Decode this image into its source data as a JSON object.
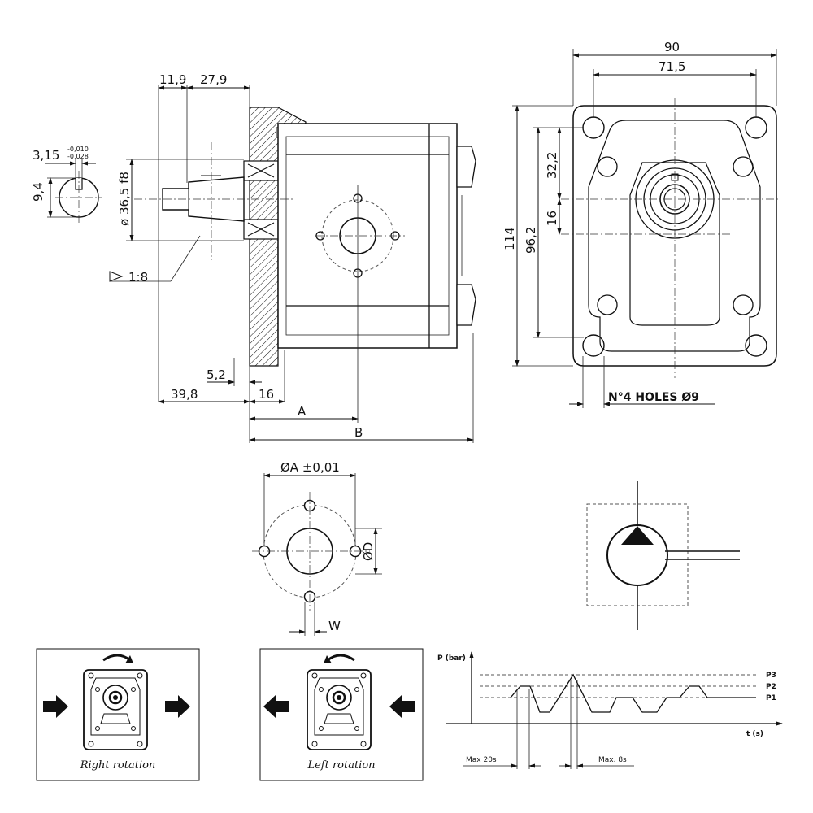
{
  "side_view": {
    "dim_11_9": "11,9",
    "dim_27_9": "27,9",
    "dim_3_15": "3,15",
    "tol_upper": "-0,010",
    "tol_lower": "-0,028",
    "dim_9_4": "9,4",
    "dim_diameter": "ø 36,5 f8",
    "taper": "1:8",
    "dim_5_2": "5,2",
    "dim_39_8": "39,8",
    "dim_16": "16",
    "dim_A": "A",
    "dim_B": "B"
  },
  "front_view": {
    "dim_90": "90",
    "dim_71_5": "71,5",
    "dim_114": "114",
    "dim_96_2": "96,2",
    "dim_32_2": "32,2",
    "dim_16": "16",
    "holes_note": "N°4 HOLES Ø9"
  },
  "port_detail": {
    "dim_phiA": "ØA  ±0,01",
    "dim_phiD": "ØD",
    "dim_W": "W"
  },
  "rotation": {
    "right_label": "Right rotation",
    "left_label": "Left rotation"
  },
  "pressure_chart": {
    "y_axis_label": "P (bar)",
    "x_axis_label": "t (s)",
    "levels": [
      "P3",
      "P2",
      "P1"
    ],
    "max_20s": "Max 20s",
    "max_8s": "Max. 8s"
  }
}
